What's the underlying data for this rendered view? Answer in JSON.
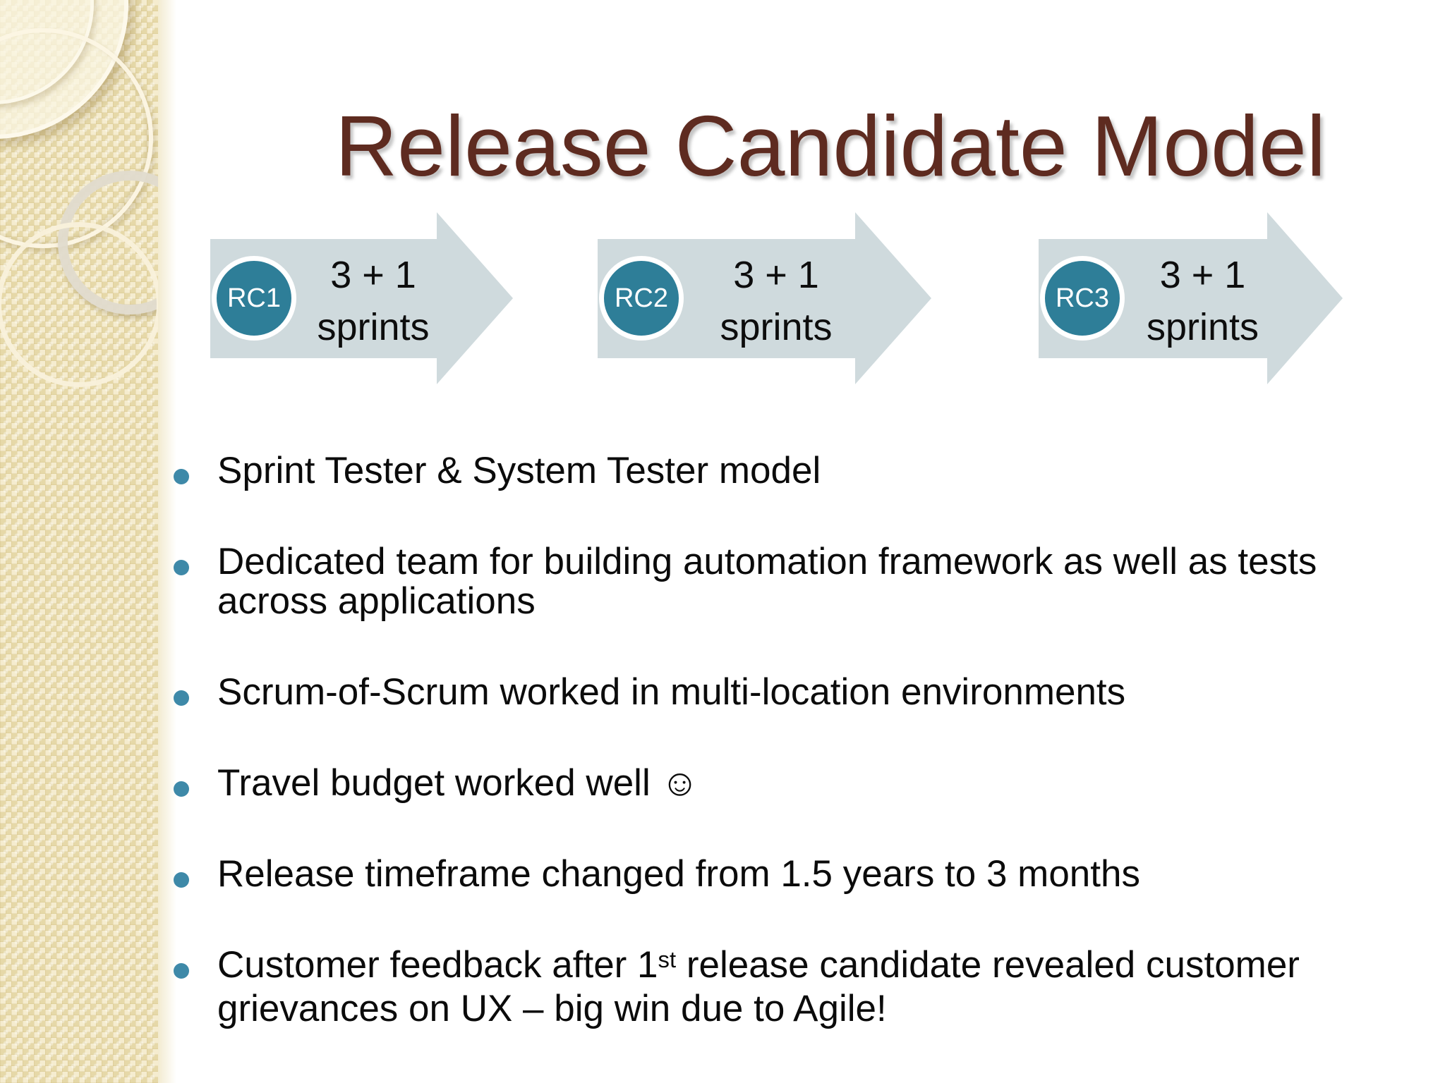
{
  "slide": {
    "title": "Release Candidate Model"
  },
  "arrows": [
    {
      "badge": "RC1",
      "line1": "3 + 1",
      "line2": "sprints"
    },
    {
      "badge": "RC2",
      "line1": "3 + 1",
      "line2": "sprints"
    },
    {
      "badge": "RC3",
      "line1": "3 + 1",
      "line2": "sprints"
    }
  ],
  "bullets": [
    {
      "line1": "Sprint Tester & System Tester model"
    },
    {
      "line1": "Dedicated team for building automation framework as well as tests",
      "line2": "across applications"
    },
    {
      "line1": "Scrum-of-Scrum worked in multi-location environments"
    },
    {
      "line1": "Travel budget worked well ☺"
    },
    {
      "line1": "Release timeframe changed from 1.5 years to 3 months"
    },
    {
      "line1_pre": "Customer feedback after 1",
      "line1_sup": "st",
      "line1_post": " release candidate revealed customer",
      "line2": "grievances on UX – big win due to Agile!"
    }
  ],
  "colors": {
    "title_maroon": "#5e2b20",
    "arrow_fill": "#cfdadd",
    "badge_teal": "#2e7e98",
    "badge_border": "#ffffff",
    "bullet_dot_teal": "#3e89a8",
    "sidebar_beige": "#eadfb2",
    "body_text": "#0b0b0b"
  }
}
